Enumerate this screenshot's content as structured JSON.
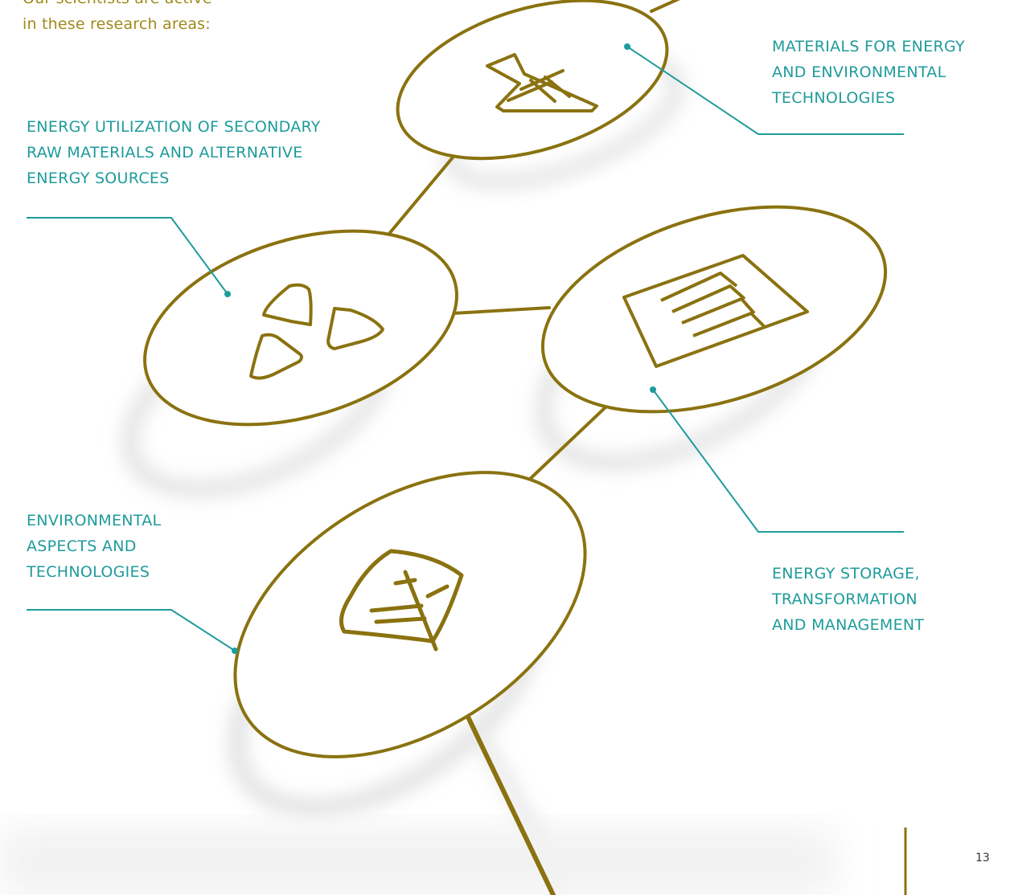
{
  "intro": {
    "lines": [
      "Our scientists are active",
      "in these research areas:"
    ]
  },
  "research_areas": [
    {
      "id": "materials",
      "icon": "flask-icon",
      "lines": [
        "MATERIALS FOR ENERGY",
        "AND ENVIRONMENTAL",
        "TECHNOLOGIES"
      ]
    },
    {
      "id": "secondary-raw-materials",
      "icon": "recycle-triangles-icon",
      "lines": [
        "ENERGY UTILIZATION OF SECONDARY",
        "RAW MATERIALS AND ALTERNATIVE",
        "ENERGY SOURCES"
      ]
    },
    {
      "id": "energy-storage",
      "icon": "battery-cells-icon",
      "lines": [
        "ENERGY STORAGE,",
        "TRANSFORMATION",
        "AND MANAGEMENT"
      ]
    },
    {
      "id": "environmental",
      "icon": "leaf-icon",
      "lines": [
        "ENVIRONMENTAL",
        "ASPECTS AND",
        "TECHNOLOGIES"
      ]
    }
  ],
  "page_number": "13",
  "colors": {
    "gold": "#8a7210",
    "intro_text": "#a08a1a",
    "teal": "#1f9b9b",
    "shadow": "#cfcfcf"
  }
}
